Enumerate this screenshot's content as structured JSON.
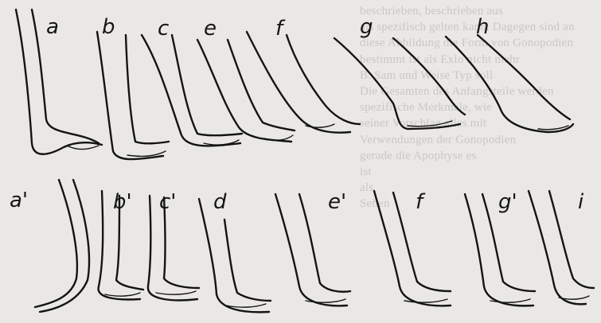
{
  "figure": {
    "top_row_labels": [
      "a",
      "b",
      "c",
      "e",
      "f",
      "g",
      "h"
    ],
    "bottom_row_labels": [
      "a'",
      "b'",
      "c'",
      "d",
      "e'",
      "f",
      "g'",
      "i"
    ]
  },
  "bleed_text": [
    "beschrieben, beschrieben aus",
    "als spezifisch gelten kann. Dagegen sind an",
    "diese Abbildung die Form von Gonopodien",
    "bestimmt ist als Exlo nicht mehr",
    "B. Sam und Weise Typ soll",
    "Die Gesamten des Anfangsteile werden",
    "spezifische Merkmale, wie",
    "seiner Vorschlag alles mit",
    "Verwendungen der Gonopodien",
    "gerade die Apophyse es",
    "ist",
    "als",
    "Sehen"
  ]
}
